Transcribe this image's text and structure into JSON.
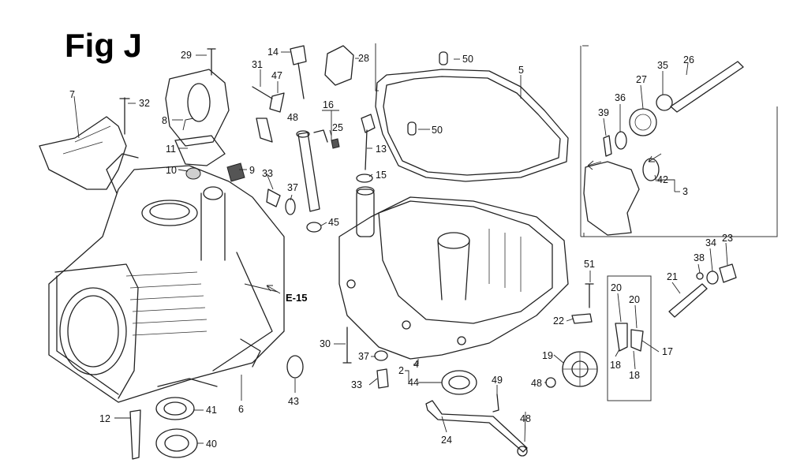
{
  "title": "Fig J",
  "reference_label": "E-15",
  "callouts": {
    "c1": "29",
    "c2": "14",
    "c3": "28",
    "c4": "50",
    "c5": "5",
    "c6": "31",
    "c7": "47",
    "c8": "16",
    "c9": "7",
    "c10": "32",
    "c11": "8",
    "c12": "48",
    "c13": "25",
    "c14": "13",
    "c15": "50",
    "c16": "11",
    "c17": "10",
    "c18": "9",
    "c19": "33",
    "c20": "37",
    "c21": "15",
    "c22": "45",
    "c23": "26",
    "c24": "35",
    "c25": "27",
    "c26": "36",
    "c27": "39",
    "c28": "42",
    "c29": "3",
    "c30": "34",
    "c31": "23",
    "c32": "38",
    "c33": "21",
    "c34": "51",
    "c35": "20",
    "c36": "20",
    "c37": "22",
    "c38": "17",
    "c39": "18",
    "c40": "18",
    "c41": "19",
    "c42": "48",
    "c43": "30",
    "c44": "37",
    "c45": "4",
    "c46": "2",
    "c47": "44",
    "c48": "33",
    "c49": "49",
    "c50": "43",
    "c51": "6",
    "c52": "41",
    "c53": "12",
    "c54": "40",
    "c55": "24",
    "c56": "48"
  }
}
